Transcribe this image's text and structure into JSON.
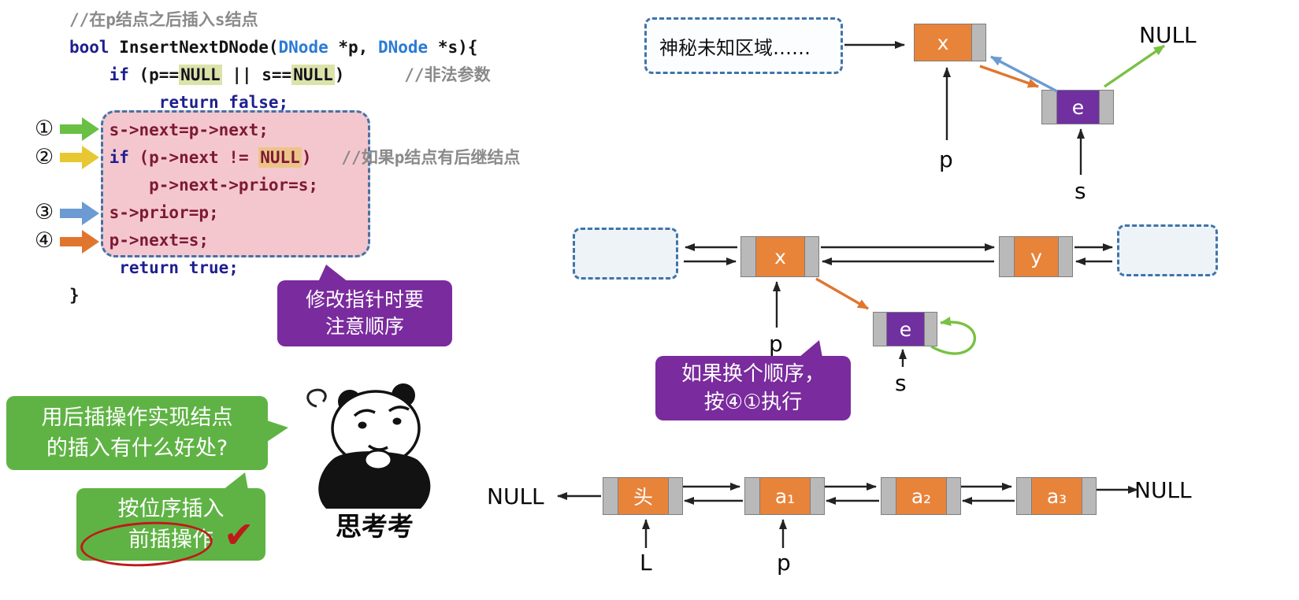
{
  "colors": {
    "orange": "#e8833a",
    "purple": "#7030a0",
    "gray-cell": "#b9b9b9",
    "bubble-green": "#5fb344",
    "bubble-purple": "#7a2b9d",
    "pink-box": "#f4c7ce",
    "dashed-border": "#3f74a8",
    "arrow-green": "#7ac143",
    "arrow-blue": "#6b9bd2",
    "arrow-orange": "#e0762e",
    "arrow-yellow": "#e8c832",
    "red-annotation": "#bf1a1a",
    "code-keyword": "#1f1f8f",
    "code-type": "#2b7bd4",
    "code-comment": "#8a8a8a",
    "code-pink-text": "#7d1935",
    "null-olive-bg": "#dce3a8",
    "null-tan-bg": "#ecc48a"
  },
  "code": {
    "lines": [
      {
        "segs": [
          [
            "comment",
            "//在p结点之后插入s结点"
          ]
        ]
      },
      {
        "segs": [
          [
            "kw",
            "bool"
          ],
          [
            "plain",
            " InsertNextDNode("
          ],
          [
            "type",
            "DNode"
          ],
          [
            "plain",
            " *p, "
          ],
          [
            "type",
            "DNode"
          ],
          [
            "plain",
            " *s){"
          ]
        ]
      },
      {
        "segs": [
          [
            "plain",
            "    "
          ],
          [
            "kw",
            "if"
          ],
          [
            "plain",
            " (p=="
          ],
          [
            "null-olive",
            "NULL"
          ],
          [
            "plain",
            " || s=="
          ],
          [
            "null-olive",
            "NULL"
          ],
          [
            "plain",
            ")"
          ],
          [
            "comment",
            "      //非法参数"
          ]
        ]
      },
      {
        "segs": [
          [
            "plain",
            "         "
          ],
          [
            "kw",
            "return false;"
          ]
        ]
      },
      {
        "segs": [
          [
            "pink",
            "    s->next=p->next;"
          ]
        ]
      },
      {
        "segs": [
          [
            "plain",
            "    "
          ],
          [
            "kw",
            "if"
          ],
          [
            "pink",
            " (p->next != "
          ],
          [
            "null-tan",
            "NULL"
          ],
          [
            "pink",
            ")"
          ],
          [
            "comment",
            "   //如果p结点有后继结点"
          ]
        ]
      },
      {
        "segs": [
          [
            "pink",
            "        p->next->prior=s;"
          ]
        ]
      },
      {
        "segs": [
          [
            "pink",
            "    s->prior=p;"
          ]
        ]
      },
      {
        "segs": [
          [
            "pink",
            "    p->next=s;"
          ]
        ]
      },
      {
        "segs": [
          [
            "plain",
            "     "
          ],
          [
            "kw",
            "return true;"
          ]
        ]
      },
      {
        "segs": [
          [
            "plain",
            "}"
          ]
        ]
      }
    ]
  },
  "markers": [
    {
      "num": "①",
      "color": "#6abf45"
    },
    {
      "num": "②",
      "color": "#e8c832"
    },
    {
      "num": "③",
      "color": "#6b9bd2"
    },
    {
      "num": "④",
      "color": "#e0762e"
    }
  ],
  "bubbles": {
    "purple_order": {
      "line1": "修改指针时要",
      "line2": "注意顺序"
    },
    "green_question": {
      "line1": "用后插操作实现结点",
      "line2": "的插入有什么好处?"
    },
    "green_insert": {
      "line1": "按位序插入",
      "line2": "前插操作",
      "check": "✔"
    },
    "purple_swap": {
      "line1": "如果换个顺序，",
      "line2": "按④①执行"
    }
  },
  "meme": {
    "caption": "思考考"
  },
  "diagram_top": {
    "mystery_label": "神秘未知区域……",
    "node_x": "x",
    "node_e": "e",
    "null_label": "NULL",
    "p_label": "p",
    "s_label": "s"
  },
  "diagram_mid": {
    "node_x": "x",
    "node_y": "y",
    "node_e": "e",
    "p_label": "p",
    "s_label": "s"
  },
  "diagram_bottom": {
    "null_left": "NULL",
    "null_right": "NULL",
    "nodes": [
      "头",
      "a₁",
      "a₂",
      "a₃"
    ],
    "l_label": "L",
    "p_label": "p"
  }
}
